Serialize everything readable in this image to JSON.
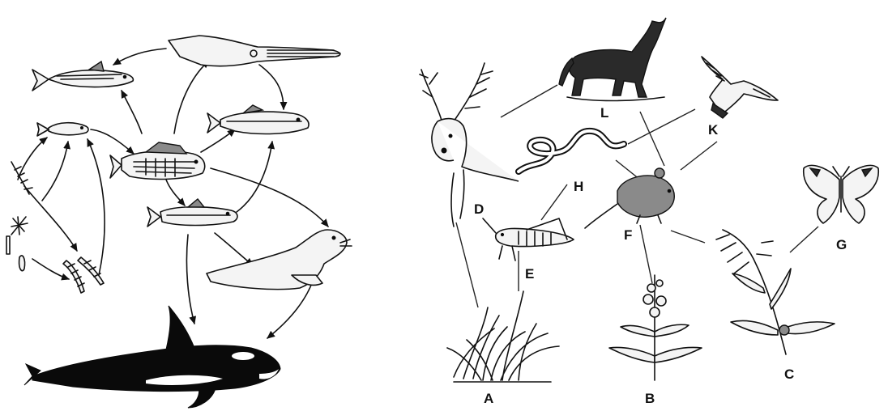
{
  "marine_web": {
    "organisms": [
      {
        "id": "zooplankton",
        "icon": "plankton-icon"
      },
      {
        "id": "krill",
        "icon": "krill-icon"
      },
      {
        "id": "small_fish",
        "icon": "small-fish-icon"
      },
      {
        "id": "mackerel",
        "icon": "mackerel-icon"
      },
      {
        "id": "squid",
        "icon": "squid-icon"
      },
      {
        "id": "perch",
        "icon": "perch-icon"
      },
      {
        "id": "cod",
        "icon": "cod-icon"
      },
      {
        "id": "herring",
        "icon": "herring-icon"
      },
      {
        "id": "seal",
        "icon": "seal-icon"
      },
      {
        "id": "orca",
        "icon": "orca-icon"
      }
    ]
  },
  "land_web": {
    "labels": {
      "A": "A",
      "B": "B",
      "C": "C",
      "D": "D",
      "E": "E",
      "F": "F",
      "G": "G",
      "H": "H",
      "K": "K",
      "L": "L"
    },
    "organisms": [
      {
        "label": "A",
        "icon": "grass-icon"
      },
      {
        "label": "B",
        "icon": "fireweed-icon"
      },
      {
        "label": "C",
        "icon": "goldenrod-icon"
      },
      {
        "label": "D",
        "icon": "deer-icon"
      },
      {
        "label": "E",
        "icon": "grasshopper-icon"
      },
      {
        "label": "F",
        "icon": "mouse-icon"
      },
      {
        "label": "G",
        "icon": "butterfly-icon"
      },
      {
        "label": "H",
        "icon": "snake-icon"
      },
      {
        "label": "K",
        "icon": "hawk-icon"
      },
      {
        "label": "L",
        "icon": "wolf-icon"
      }
    ]
  }
}
